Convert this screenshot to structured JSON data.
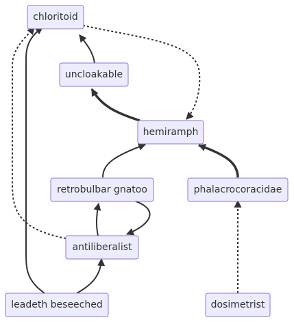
{
  "diagram": {
    "nodes": {
      "chloritoid": "chloritoid",
      "uncloakable": "uncloakable",
      "hemiramph": "hemiramph",
      "retrobulbar_gnatoo": "retrobulbar gnatoo",
      "phalacrocoracidae": "phalacrocoracidae",
      "antiliberalist": "antiliberalist",
      "leadeth_beseeched": "leadeth beseeched",
      "dosimetrist": "dosimetrist"
    },
    "edges": [
      {
        "from": "uncloakable",
        "to": "chloritoid",
        "style": "normal"
      },
      {
        "from": "chloritoid",
        "to": "hemiramph",
        "style": "dotted"
      },
      {
        "from": "hemiramph",
        "to": "uncloakable",
        "style": "thick"
      },
      {
        "from": "retrobulbar_gnatoo",
        "to": "hemiramph",
        "style": "normal"
      },
      {
        "from": "phalacrocoracidae",
        "to": "hemiramph",
        "style": "thick"
      },
      {
        "from": "antiliberalist",
        "to": "retrobulbar_gnatoo",
        "style": "normal"
      },
      {
        "from": "retrobulbar_gnatoo",
        "to": "antiliberalist",
        "style": "normal"
      },
      {
        "from": "antiliberalist",
        "to": "chloritoid",
        "style": "dotted"
      },
      {
        "from": "leadeth_beseeched",
        "to": "chloritoid",
        "style": "normal"
      },
      {
        "from": "leadeth_beseeched",
        "to": "antiliberalist",
        "style": "normal"
      },
      {
        "from": "dosimetrist",
        "to": "phalacrocoracidae",
        "style": "dotted"
      }
    ]
  }
}
